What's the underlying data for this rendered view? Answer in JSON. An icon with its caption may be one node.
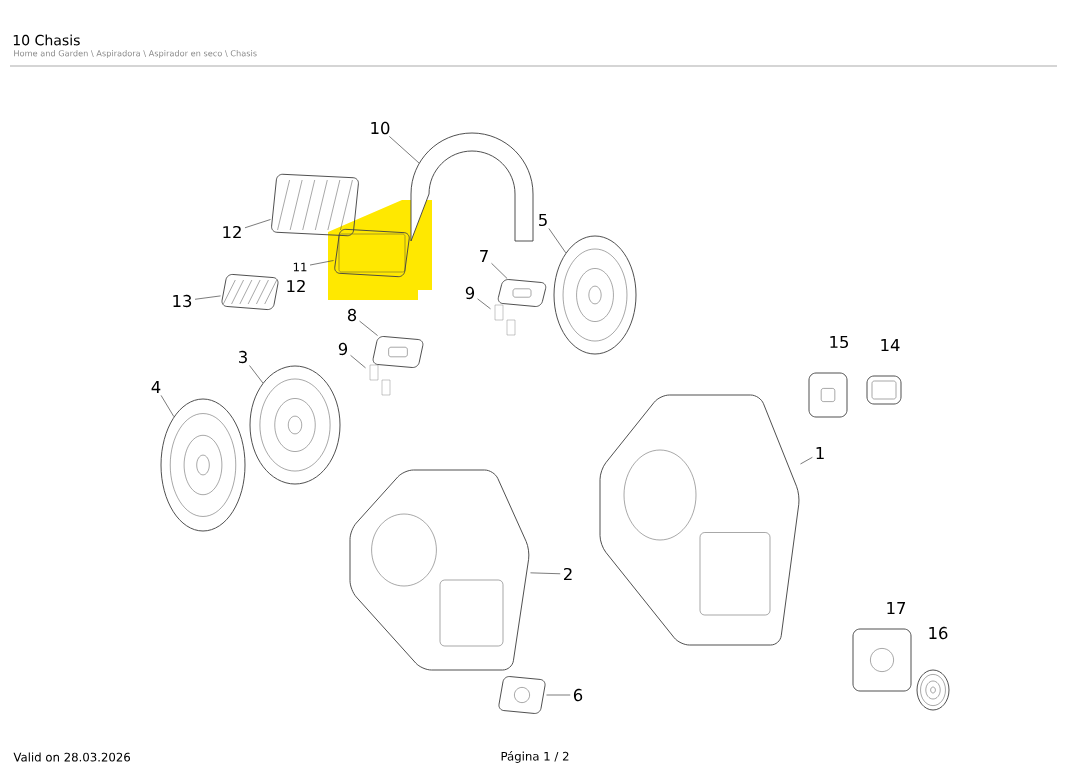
{
  "diagram": {
    "title": "10 Chasis",
    "nodes": [
      {
        "text": [
          "10"
        ]
      },
      {
        "text": [
          "5"
        ]
      },
      {
        "text": [
          "12"
        ]
      },
      {
        "text": [
          "7"
        ]
      },
      {
        "text": [
          "11"
        ]
      },
      {
        "text": [
          "9"
        ]
      },
      {
        "text": [
          "13"
        ]
      },
      {
        "text": [
          "8"
        ]
      },
      {
        "text": [
          "9"
        ]
      },
      {
        "text": [
          "3"
        ]
      },
      {
        "text": [
          "4"
        ]
      },
      {
        "text": [
          "1"
        ]
      },
      {
        "text": [
          "2"
        ]
      },
      {
        "text": [
          "6"
        ]
      },
      {
        "text": [],
        "shape": "picture"
      },
      {
        "text": [],
        "shape": "picture"
      },
      {
        "text": [],
        "shape": "picture"
      },
      {
        "text": [],
        "shape": "picture"
      },
      {
        "text": [],
        "shape": "picture"
      },
      {
        "text": [],
        "shape": "picture"
      },
      {
        "text": [],
        "shape": "picture"
      },
      {
        "text": [],
        "shape": "picture"
      },
      {
        "text": [],
        "shape": "picture"
      },
      {
        "text": [],
        "shape": "picture"
      },
      {
        "text": [],
        "shape": "picture"
      },
      {
        "text": [],
        "shape": "picture"
      },
      {
        "text": [],
        "shape": "picture"
      },
      {
        "text": [],
        "shape": "picture"
      }
    ],
    "edges": [
      {
        "from": 0,
        "to": 14,
        "arrow": "none"
      },
      {
        "from": 1,
        "to": 15,
        "arrow": "none"
      },
      {
        "from": 2,
        "to": 16,
        "arrow": "none"
      },
      {
        "from": 3,
        "to": 17,
        "arrow": "none"
      },
      {
        "from": 4,
        "to": 18,
        "arrow": "none"
      },
      {
        "from": 5,
        "to": 19,
        "arrow": "none"
      },
      {
        "from": 6,
        "to": 20,
        "arrow": "none"
      },
      {
        "from": 7,
        "to": 21,
        "arrow": "none"
      },
      {
        "from": 8,
        "to": 22,
        "arrow": "none"
      },
      {
        "from": 9,
        "to": 23,
        "arrow": "none"
      },
      {
        "from": 10,
        "to": 24,
        "arrow": "none"
      },
      {
        "from": 11,
        "to": 25,
        "arrow": "none"
      },
      {
        "from": 12,
        "to": 26,
        "arrow": "none"
      },
      {
        "from": 13,
        "to": 27,
        "arrow": "none"
      }
    ],
    "labels": [
      "Home and Garden \\ Aspiradora \\ Aspirador en seco \\ Chasis",
      "12",
      "15",
      "14",
      "17",
      "16",
      "Valid on 28.03.2026",
      "Página 1 / 2"
    ]
  }
}
